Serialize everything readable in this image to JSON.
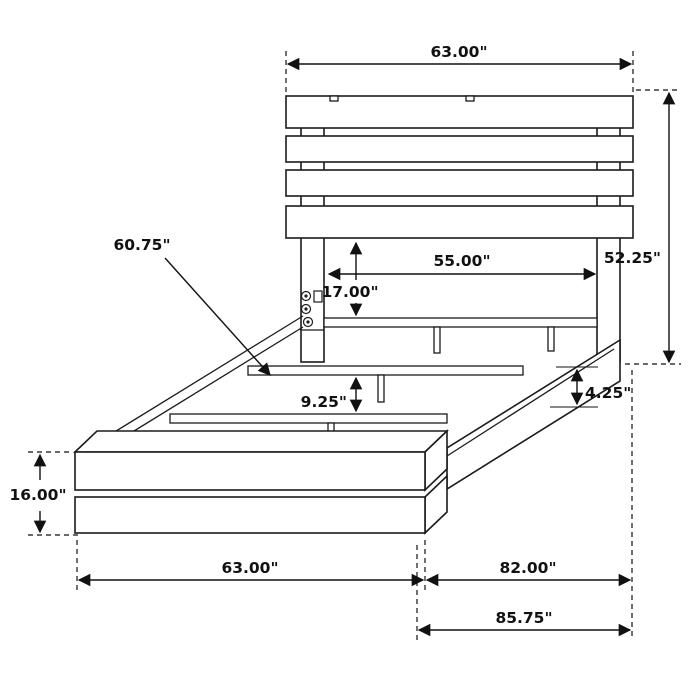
{
  "dimensions": {
    "headboard_width": "63.00\"",
    "headboard_height": "52.25\"",
    "slat_rail_length": "60.75\"",
    "inner_width": "55.00\"",
    "headboard_to_slat": "17.00\"",
    "slat_gap": "9.25\"",
    "side_rail_height": "4.25\"",
    "footboard_height": "16.00\"",
    "footboard_width": "63.00\"",
    "frame_length": "82.00\"",
    "overall_length": "85.75\""
  }
}
